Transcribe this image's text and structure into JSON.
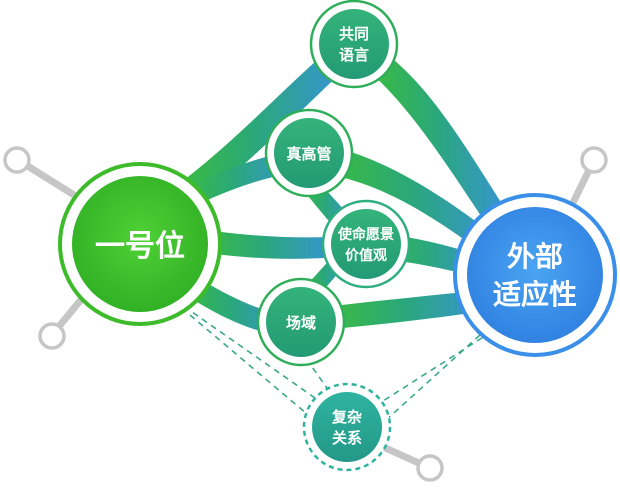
{
  "nodes": {
    "left": {
      "label": "一号位"
    },
    "right": {
      "line1": "外部",
      "line2": "适应性"
    },
    "top": {
      "line1": "共同",
      "line2": "语言"
    },
    "exec": {
      "label": "真高管"
    },
    "mission": {
      "line1": "使命愿景",
      "line2": "价值观"
    },
    "field": {
      "label": "场域"
    },
    "complex": {
      "line1": "复杂",
      "line2": "关系"
    }
  },
  "colors": {
    "green": "#3dbb2a",
    "teal": "#2aa87a",
    "blue": "#3a8fe8",
    "knob": "#c0c0c0"
  }
}
